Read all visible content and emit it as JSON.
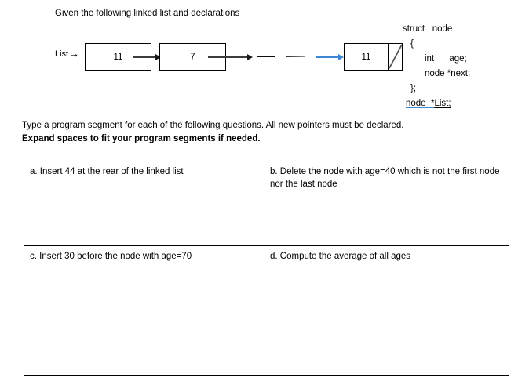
{
  "document": {
    "intro": "Given the following linked list and declarations",
    "instructions": {
      "line1": "Type a program segment for each of the following questions. All new pointers must be declared.",
      "line2": "Expand spaces to fit your program segments if needed."
    }
  },
  "diagram": {
    "pointer_label": "List",
    "pointer_arrow": "→",
    "nodes": [
      {
        "value": "11"
      },
      {
        "value": "7"
      },
      {
        "value": "11"
      }
    ],
    "ellipsis_dashes": 2,
    "final_arrow_color": "#3b87d3",
    "null_marker": "diagonal-slash"
  },
  "struct": {
    "line1": "struct   node",
    "line2": "{",
    "line3": "int      age;",
    "line4": "node *next;",
    "line5": "};",
    "line6_underlined": "node  *",
    "line6_rest": "List;"
  },
  "table": {
    "cells": [
      {
        "id": "a",
        "text": "a. Insert 44 at the rear of the linked list"
      },
      {
        "id": "b",
        "text": "b. Delete the node with age=40 which is not the first node nor the last node"
      },
      {
        "id": "c",
        "text": "c. Insert 30 before the node with age=70"
      },
      {
        "id": "d",
        "text": "d. Compute the average of all ages"
      }
    ]
  }
}
